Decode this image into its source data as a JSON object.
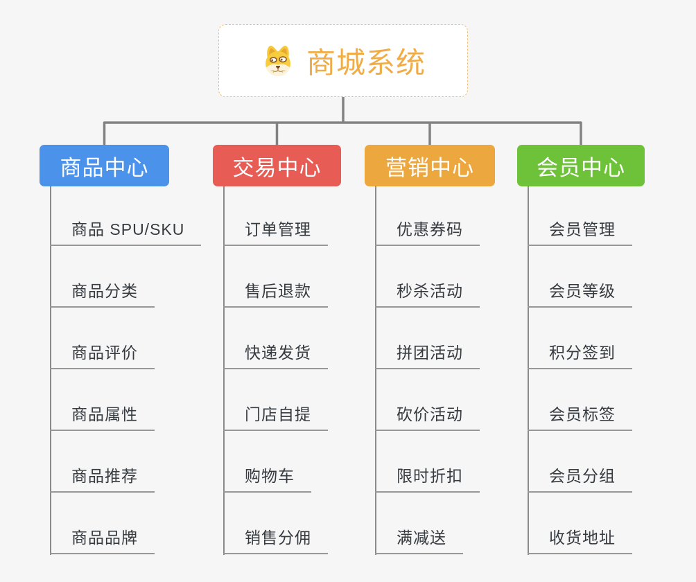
{
  "root": {
    "title": "商城系统",
    "icon": "dog-face-icon"
  },
  "branches": [
    {
      "label": "商品中心",
      "color": "#4b92ea",
      "children": [
        "商品 SPU/SKU",
        "商品分类",
        "商品评价",
        "商品属性",
        "商品推荐",
        "商品品牌"
      ]
    },
    {
      "label": "交易中心",
      "color": "#e85c56",
      "children": [
        "订单管理",
        "售后退款",
        "快递发货",
        "门店自提",
        "购物车",
        "销售分佣"
      ]
    },
    {
      "label": "营销中心",
      "color": "#eca73f",
      "children": [
        "优惠券码",
        "秒杀活动",
        "拼团活动",
        "砍价活动",
        "限时折扣",
        "满减送"
      ]
    },
    {
      "label": "会员中心",
      "color": "#6ec23a",
      "children": [
        "会员管理",
        "会员等级",
        "积分签到",
        "会员标签",
        "会员分组",
        "收货地址"
      ]
    }
  ],
  "colors": {
    "background": "#f6f6f7",
    "connector": "#828282",
    "child_line": "#8a8a8a",
    "underline": "#979797",
    "leaf_text": "#363b40",
    "root_text": "#f0ad47",
    "root_border": "#f0c27a",
    "root_background": "#ffffff"
  }
}
